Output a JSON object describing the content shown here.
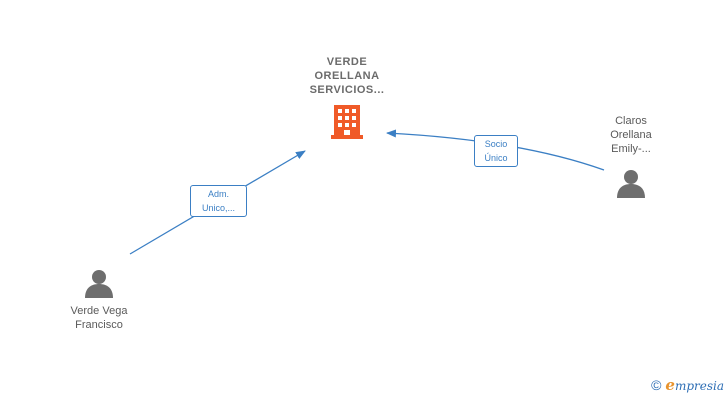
{
  "company": {
    "name_lines": [
      "VERDE",
      "ORELLANA",
      "SERVICIOS..."
    ],
    "icon": "building-icon",
    "icon_color": "#f05a28"
  },
  "people": [
    {
      "id": "claros",
      "name_lines": [
        "Claros",
        "Orellana",
        "Emily-..."
      ],
      "icon": "person-icon"
    },
    {
      "id": "verde-vega",
      "name_lines": [
        "Verde Vega",
        "Francisco"
      ],
      "icon": "person-icon"
    }
  ],
  "relations": [
    {
      "from": "verde-vega",
      "to": "company",
      "label_lines": [
        "Adm.",
        "Unico,..."
      ]
    },
    {
      "from": "claros",
      "to": "company",
      "label_lines": [
        "Socio",
        "Único"
      ]
    }
  ],
  "colors": {
    "edge": "#3b7fc4",
    "person_icon": "#6e6e6e"
  },
  "footer": {
    "copyright_symbol": "©",
    "brand_initial": "e",
    "brand_rest": "mpresia"
  }
}
